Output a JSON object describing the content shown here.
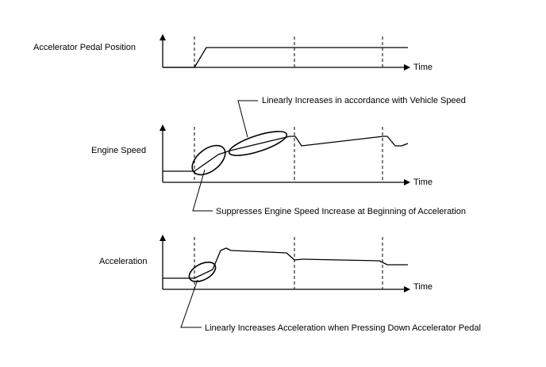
{
  "panels": [
    {
      "label": "Accelerator Pedal Position",
      "time_label": "Time"
    },
    {
      "label": "Engine Speed",
      "time_label": "Time"
    },
    {
      "label": "Acceleration",
      "time_label": "Time"
    }
  ],
  "annotations": {
    "vehicle_speed_note": "Linearly Increases in accordance with Vehicle Speed",
    "engine_speed_note": "Suppresses Engine Speed Increase at Beginning of Acceleration",
    "acceleration_note": "Linearly Increases Acceleration when Pressing Down Accelerator Pedal"
  }
}
